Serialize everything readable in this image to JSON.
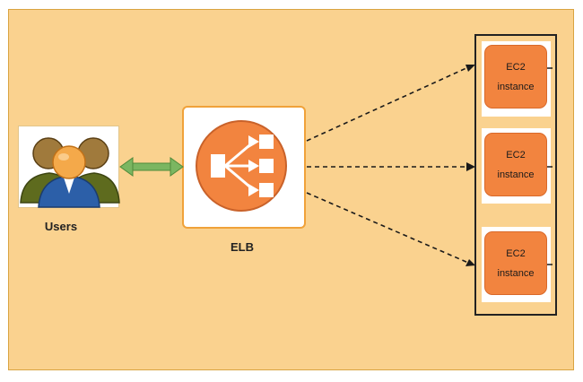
{
  "users": {
    "label": "Users",
    "icon": "users-group-icon"
  },
  "elb": {
    "label": "ELB",
    "icon": "load-balancer-icon"
  },
  "ec2_instances": [
    {
      "line1": "EC2",
      "line2": "instance"
    },
    {
      "line1": "EC2",
      "line2": "instance"
    },
    {
      "line1": "EC2",
      "line2": "instance"
    }
  ],
  "colors": {
    "background": "#fad28f",
    "border": "#d9a441",
    "elb_orange": "#f2843f",
    "arrow_green": "#7bb661",
    "ec2_orange": "#f2843f"
  }
}
